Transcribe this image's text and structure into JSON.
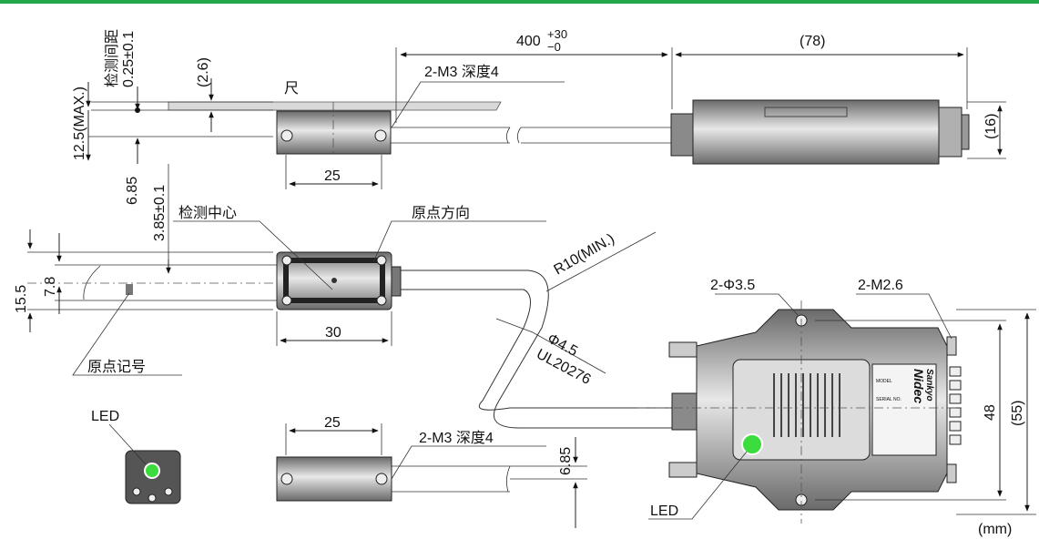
{
  "colors": {
    "accent": "#22a84a",
    "led": "#3ddc3d",
    "body_dark": "#5a5a5a",
    "body_light": "#bdbdbd",
    "scale": "#d9d9d9"
  },
  "labels": {
    "scale": "尺",
    "gap_vertical": "检测间距",
    "gap_value": "0.25±0.1",
    "dim_2_6": "(2.6)",
    "cable_length": "400",
    "cable_tol_plus": "+30",
    "cable_tol_minus": "−0",
    "dim_78": "(78)",
    "m3_depth_top": "2-M3 深度4",
    "dim_12_5": "12.5(MAX.)",
    "dim_6_85_left": "6.85",
    "dim_3_85": "3.85±0.1",
    "dim_25_top": "25",
    "dim_16": "(16)",
    "detect_center": "检测中心",
    "origin_direction": "原点方向",
    "dim_15_5": "15.5",
    "dim_7_8": "7.8",
    "dim_30": "30",
    "radius": "R10(MIN.)",
    "phi_cable": "Φ4.5",
    "cable_type": "UL20276",
    "origin_mark": "原点记号",
    "phi_3_5": "2-Φ3.5",
    "m2_6": "2-M2.6",
    "led_left": "LED",
    "dim_25_bottom": "25",
    "m3_depth_bottom": "2-M3 深度4",
    "dim_6_85_bottom": "6.85",
    "dim_48": "48",
    "dim_55": "(55)",
    "led_bottom": "LED",
    "unit": "(mm)",
    "logo_line1": "Nidec",
    "logo_line2": "Sankyo"
  }
}
